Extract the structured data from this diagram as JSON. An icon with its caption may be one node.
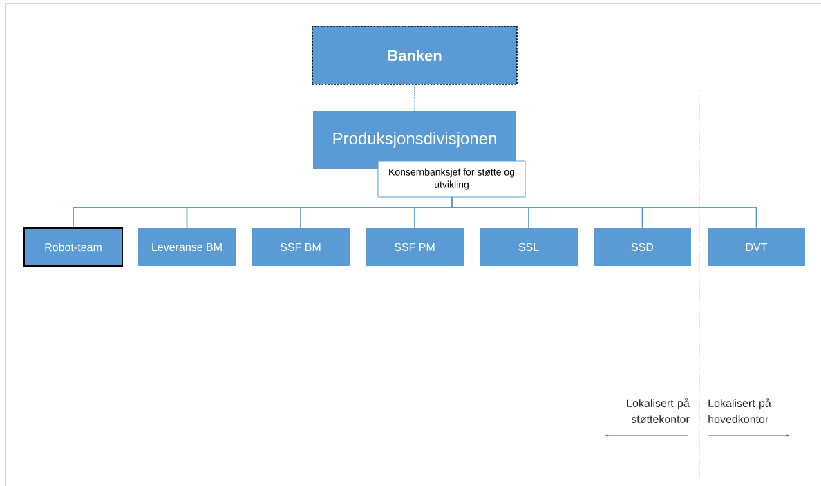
{
  "diagram": {
    "nodes": [
      {
        "text": [
          "Banken"
        ]
      },
      {
        "text": [
          "Produksjonsdivisjonen"
        ]
      },
      {
        "text": [
          "Konsernbanksjef for støtte og utvikling"
        ]
      },
      {
        "text": [
          "Robot-team"
        ]
      },
      {
        "text": [
          "Leveranse BM"
        ]
      },
      {
        "text": [
          "SSF BM"
        ]
      },
      {
        "text": [
          "SSF PM"
        ]
      },
      {
        "text": [
          "SSL"
        ]
      },
      {
        "text": [
          "SSD"
        ]
      },
      {
        "text": [
          "DVT"
        ]
      }
    ],
    "edges": [
      {
        "from": 0,
        "to": 1,
        "arrow": "none",
        "style": "dashed"
      },
      {
        "from": 2,
        "to": 3,
        "arrow": "none"
      },
      {
        "from": 2,
        "to": 4,
        "arrow": "none"
      },
      {
        "from": 2,
        "to": 5,
        "arrow": "none"
      },
      {
        "from": 2,
        "to": 6,
        "arrow": "none"
      },
      {
        "from": 2,
        "to": 7,
        "arrow": "none"
      },
      {
        "from": 2,
        "to": 8,
        "arrow": "none"
      },
      {
        "from": 2,
        "to": 9,
        "arrow": "none"
      }
    ],
    "labels": [
      "Lokalisert på støttekontor",
      "Lokalisert på hovedkontor"
    ]
  }
}
